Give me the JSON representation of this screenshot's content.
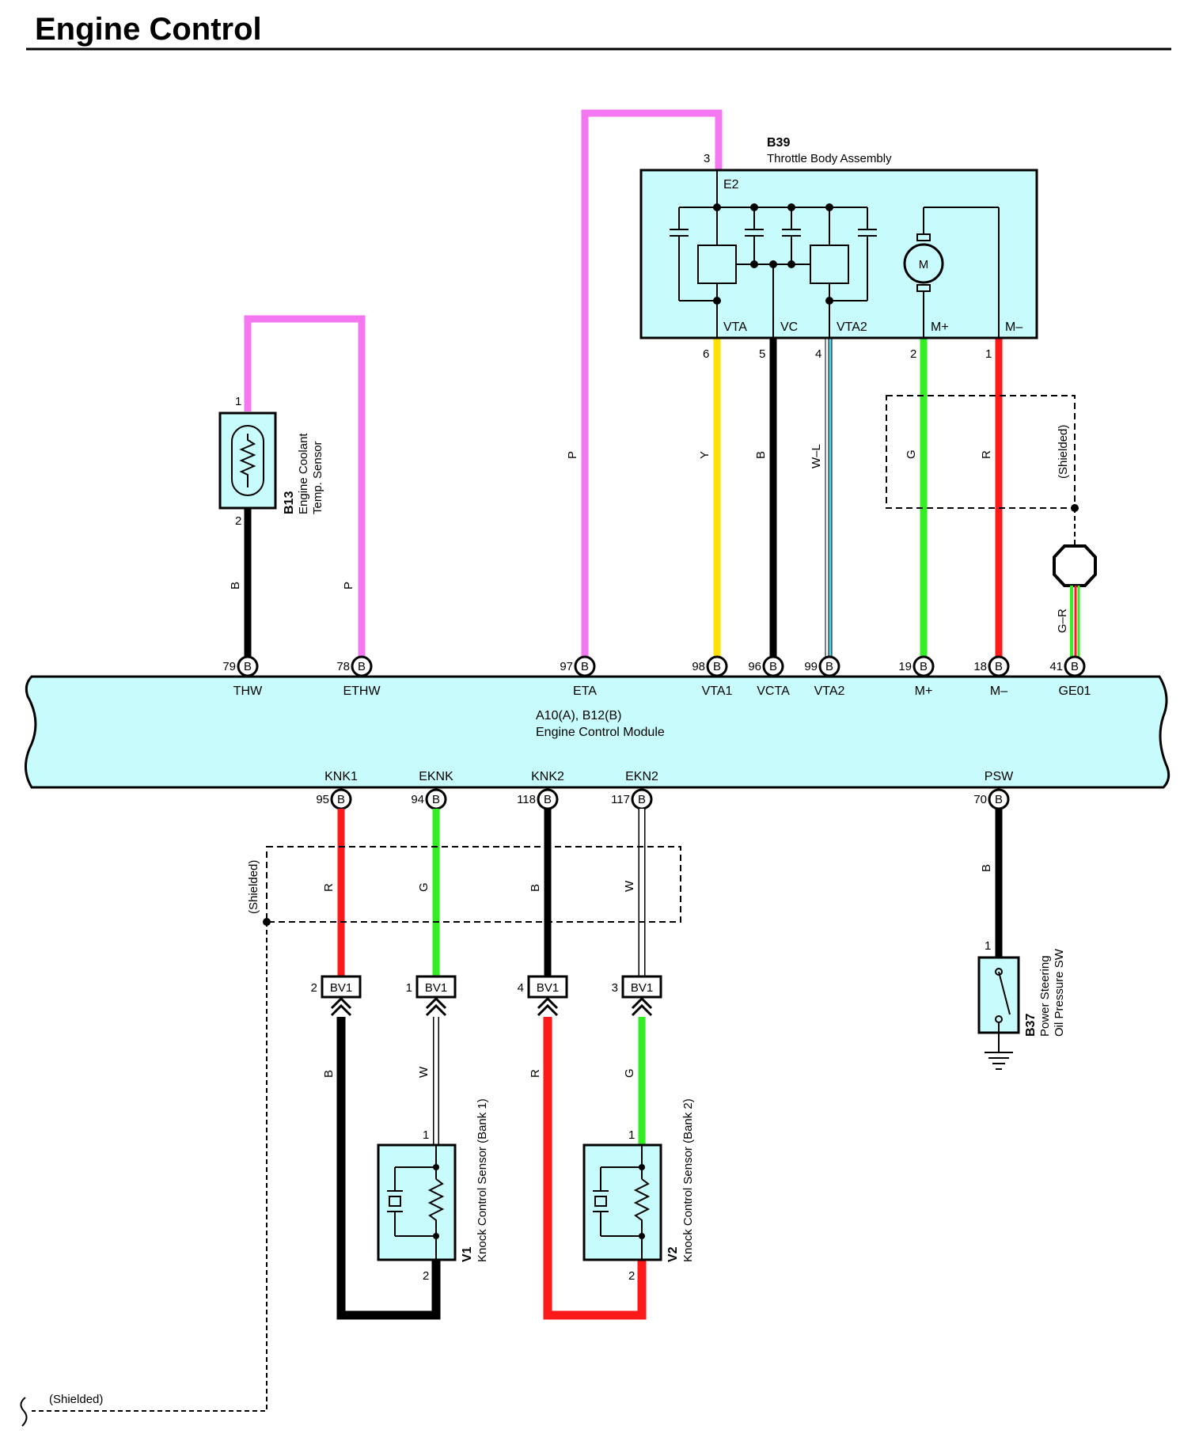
{
  "title": "Engine Control",
  "colors": {
    "P": "#f576f1",
    "B": "#000000",
    "Y": "#ffe000",
    "G": "#33ee22",
    "R": "#ff1a1a",
    "W": "#ffffff",
    "L": "#55d8f2",
    "box": "#c8fbfb"
  },
  "ecm": {
    "id": "A10(A), B12(B)",
    "name": "Engine Control Module"
  },
  "tb": {
    "id": "B39",
    "name": "Throttle Body Assembly",
    "pins": {
      "e2": "3",
      "vta": "6",
      "vc": "5",
      "vta2": "4",
      "mp": "2",
      "mm": "1"
    },
    "labels": {
      "e2": "E2",
      "vta": "VTA",
      "vc": "VC",
      "vta2": "VTA2",
      "mp": "M+",
      "mm": "M–",
      "motor": "M"
    }
  },
  "ects": {
    "id": "B13",
    "name1": "Engine Coolant",
    "name2": "Temp. Sensor",
    "pin1": "1",
    "pin2": "2"
  },
  "ps": {
    "id": "B37",
    "name1": "Power Steering",
    "name2": "Oil Pressure SW",
    "pin": "1"
  },
  "v1": {
    "id": "V1",
    "name": "Knock Control Sensor (Bank 1)",
    "pin1": "1",
    "pin2": "2"
  },
  "v2": {
    "id": "V2",
    "name": "Knock Control Sensor (Bank 2)",
    "pin1": "1",
    "pin2": "2"
  },
  "shielded": "(Shielded)",
  "bv1": {
    "label": "BV1",
    "pins": [
      "2",
      "1",
      "4",
      "3"
    ]
  },
  "top_terminals": [
    {
      "num": "79",
      "letter": "B",
      "sig": "THW"
    },
    {
      "num": "78",
      "letter": "B",
      "sig": "ETHW"
    },
    {
      "num": "97",
      "letter": "B",
      "sig": "ETA"
    },
    {
      "num": "98",
      "letter": "B",
      "sig": "VTA1"
    },
    {
      "num": "96",
      "letter": "B",
      "sig": "VCTA"
    },
    {
      "num": "99",
      "letter": "B",
      "sig": "VTA2"
    },
    {
      "num": "19",
      "letter": "B",
      "sig": "M+"
    },
    {
      "num": "18",
      "letter": "B",
      "sig": "M–"
    },
    {
      "num": "41",
      "letter": "B",
      "sig": "GE01"
    }
  ],
  "bottom_terminals": [
    {
      "num": "95",
      "letter": "B",
      "sig": "KNK1"
    },
    {
      "num": "94",
      "letter": "B",
      "sig": "EKNK"
    },
    {
      "num": "118",
      "letter": "B",
      "sig": "KNK2"
    },
    {
      "num": "117",
      "letter": "B",
      "sig": "EKN2"
    },
    {
      "num": "70",
      "letter": "B",
      "sig": "PSW"
    }
  ],
  "wire_codes": {
    "ects_b": "B",
    "ethw_p": "P",
    "eta_p": "P",
    "vta_y": "Y",
    "vc_b": "B",
    "vta2_wl": "W–L",
    "mp_g": "G",
    "mm_r": "R",
    "ge01_gr": "G–R",
    "knk1_r": "R",
    "eknk_g": "G",
    "knk2_b": "B",
    "ekn2_w": "W",
    "v1_b": "B",
    "v1_w": "W",
    "v2_r": "R",
    "v2_g": "G",
    "psw_b": "B"
  }
}
